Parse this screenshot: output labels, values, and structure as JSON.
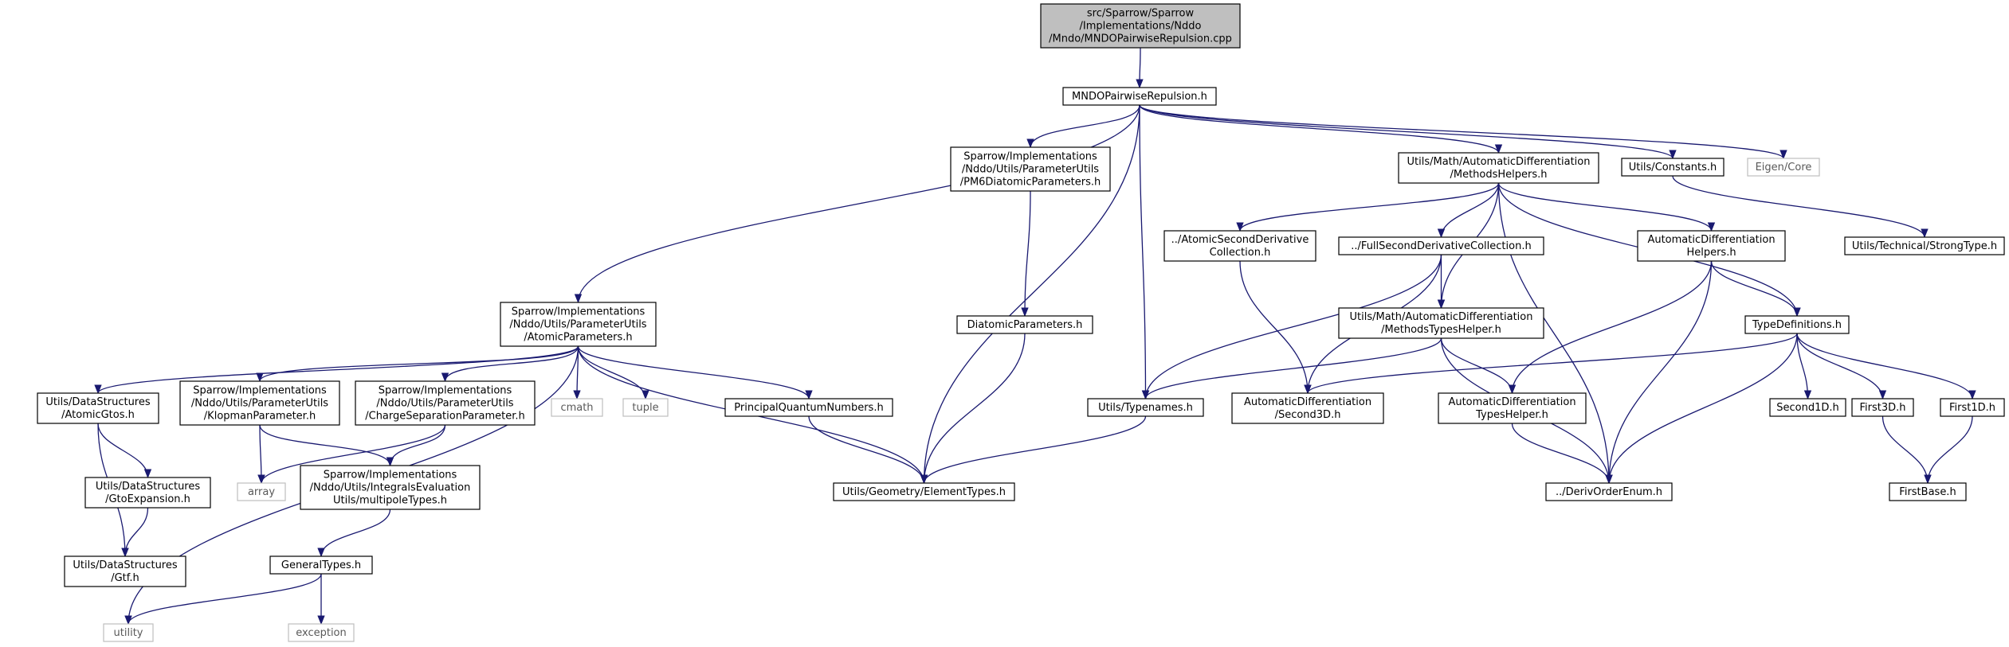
{
  "diagram": {
    "colors": {
      "edge": "#191970",
      "node_border": "#000000",
      "root_fill": "#bfbfbf",
      "external_border": "#bfbfbf",
      "external_text": "#595959"
    },
    "nodes": [
      {
        "id": "root",
        "lines": [
          "src/Sparrow/Sparrow",
          "/Implementations/Nddo",
          "/Mndo/MNDOPairwiseRepulsion.cpp"
        ],
        "kind": "root"
      },
      {
        "id": "mndo_h",
        "lines": [
          "MNDOPairwiseRepulsion.h"
        ],
        "kind": "normal"
      },
      {
        "id": "pm6",
        "lines": [
          "Sparrow/Implementations",
          "/Nddo/Utils/ParameterUtils",
          "/PM6DiatomicParameters.h"
        ],
        "kind": "normal"
      },
      {
        "id": "methods_helpers",
        "lines": [
          "Utils/Math/AutomaticDifferentiation",
          "/MethodsHelpers.h"
        ],
        "kind": "normal"
      },
      {
        "id": "constants",
        "lines": [
          "Utils/Constants.h"
        ],
        "kind": "normal"
      },
      {
        "id": "eigen",
        "lines": [
          "Eigen/Core"
        ],
        "kind": "external"
      },
      {
        "id": "strongtype",
        "lines": [
          "Utils/Technical/StrongType.h"
        ],
        "kind": "normal"
      },
      {
        "id": "atomic_second",
        "lines": [
          "../AtomicSecondDerivative",
          "Collection.h"
        ],
        "kind": "normal"
      },
      {
        "id": "full_second",
        "lines": [
          "../FullSecondDerivativeCollection.h"
        ],
        "kind": "normal"
      },
      {
        "id": "ad_helpers",
        "lines": [
          "AutomaticDifferentiation",
          "Helpers.h"
        ],
        "kind": "normal"
      },
      {
        "id": "atomic_params",
        "lines": [
          "Sparrow/Implementations",
          "/Nddo/Utils/ParameterUtils",
          "/AtomicParameters.h"
        ],
        "kind": "normal"
      },
      {
        "id": "diatomic",
        "lines": [
          "DiatomicParameters.h"
        ],
        "kind": "normal"
      },
      {
        "id": "methods_types",
        "lines": [
          "Utils/Math/AutomaticDifferentiation",
          "/MethodsTypesHelper.h"
        ],
        "kind": "normal"
      },
      {
        "id": "typedefs",
        "lines": [
          "TypeDefinitions.h"
        ],
        "kind": "normal"
      },
      {
        "id": "atomic_gtos",
        "lines": [
          "Utils/DataStructures",
          "/AtomicGtos.h"
        ],
        "kind": "normal"
      },
      {
        "id": "klopman",
        "lines": [
          "Sparrow/Implementations",
          "/Nddo/Utils/ParameterUtils",
          "/KlopmanParameter.h"
        ],
        "kind": "normal"
      },
      {
        "id": "chargesep",
        "lines": [
          "Sparrow/Implementations",
          "/Nddo/Utils/ParameterUtils",
          "/ChargeSeparationParameter.h"
        ],
        "kind": "normal"
      },
      {
        "id": "cmath",
        "lines": [
          "cmath"
        ],
        "kind": "external"
      },
      {
        "id": "tuple",
        "lines": [
          "tuple"
        ],
        "kind": "external"
      },
      {
        "id": "pqn",
        "lines": [
          "PrincipalQuantumNumbers.h"
        ],
        "kind": "normal"
      },
      {
        "id": "typenames",
        "lines": [
          "Utils/Typenames.h"
        ],
        "kind": "normal"
      },
      {
        "id": "second3d",
        "lines": [
          "AutomaticDifferentiation",
          "/Second3D.h"
        ],
        "kind": "normal"
      },
      {
        "id": "ad_types",
        "lines": [
          "AutomaticDifferentiation",
          "TypesHelper.h"
        ],
        "kind": "normal"
      },
      {
        "id": "second1d",
        "lines": [
          "Second1D.h"
        ],
        "kind": "normal"
      },
      {
        "id": "first3d",
        "lines": [
          "First3D.h"
        ],
        "kind": "normal"
      },
      {
        "id": "first1d",
        "lines": [
          "First1D.h"
        ],
        "kind": "normal"
      },
      {
        "id": "gto_exp",
        "lines": [
          "Utils/DataStructures",
          "/GtoExpansion.h"
        ],
        "kind": "normal"
      },
      {
        "id": "array",
        "lines": [
          "array"
        ],
        "kind": "external"
      },
      {
        "id": "multipole",
        "lines": [
          "Sparrow/Implementations",
          "/Nddo/Utils/IntegralsEvaluation",
          "Utils/multipoleTypes.h"
        ],
        "kind": "normal"
      },
      {
        "id": "element_types",
        "lines": [
          "Utils/Geometry/ElementTypes.h"
        ],
        "kind": "normal"
      },
      {
        "id": "deriv_order",
        "lines": [
          "../DerivOrderEnum.h"
        ],
        "kind": "normal"
      },
      {
        "id": "first_base",
        "lines": [
          "FirstBase.h"
        ],
        "kind": "normal"
      },
      {
        "id": "gtf",
        "lines": [
          "Utils/DataStructures",
          "/Gtf.h"
        ],
        "kind": "normal"
      },
      {
        "id": "general_types",
        "lines": [
          "GeneralTypes.h"
        ],
        "kind": "normal"
      },
      {
        "id": "utility",
        "lines": [
          "utility"
        ],
        "kind": "external"
      },
      {
        "id": "exception",
        "lines": [
          "exception"
        ],
        "kind": "external"
      }
    ],
    "edges": [
      [
        "root",
        "mndo_h"
      ],
      [
        "mndo_h",
        "atomic_params"
      ],
      [
        "mndo_h",
        "element_types"
      ],
      [
        "mndo_h",
        "pm6"
      ],
      [
        "mndo_h",
        "typenames"
      ],
      [
        "mndo_h",
        "methods_helpers"
      ],
      [
        "mndo_h",
        "constants"
      ],
      [
        "mndo_h",
        "eigen"
      ],
      [
        "pm6",
        "diatomic"
      ],
      [
        "diatomic",
        "element_types"
      ],
      [
        "constants",
        "strongtype"
      ],
      [
        "methods_helpers",
        "atomic_second"
      ],
      [
        "methods_helpers",
        "full_second"
      ],
      [
        "methods_helpers",
        "methods_types"
      ],
      [
        "methods_helpers",
        "ad_helpers"
      ],
      [
        "methods_helpers",
        "typedefs"
      ],
      [
        "methods_helpers",
        "deriv_order"
      ],
      [
        "atomic_second",
        "second3d"
      ],
      [
        "full_second",
        "typenames"
      ],
      [
        "full_second",
        "second3d"
      ],
      [
        "full_second",
        "methods_types"
      ],
      [
        "ad_helpers",
        "typedefs"
      ],
      [
        "ad_helpers",
        "ad_types"
      ],
      [
        "ad_helpers",
        "deriv_order"
      ],
      [
        "methods_types",
        "typenames"
      ],
      [
        "methods_types",
        "ad_types"
      ],
      [
        "methods_types",
        "deriv_order"
      ],
      [
        "typedefs",
        "second3d"
      ],
      [
        "typedefs",
        "second1d"
      ],
      [
        "typedefs",
        "first3d"
      ],
      [
        "typedefs",
        "first1d"
      ],
      [
        "typedefs",
        "deriv_order"
      ],
      [
        "first3d",
        "first_base"
      ],
      [
        "first1d",
        "first_base"
      ],
      [
        "ad_types",
        "deriv_order"
      ],
      [
        "typenames",
        "element_types"
      ],
      [
        "atomic_params",
        "utility"
      ],
      [
        "atomic_params",
        "atomic_gtos"
      ],
      [
        "atomic_params",
        "klopman"
      ],
      [
        "atomic_params",
        "chargesep"
      ],
      [
        "atomic_params",
        "cmath"
      ],
      [
        "atomic_params",
        "tuple"
      ],
      [
        "atomic_params",
        "pqn"
      ],
      [
        "atomic_params",
        "element_types"
      ],
      [
        "pqn",
        "element_types"
      ],
      [
        "atomic_gtos",
        "gto_exp"
      ],
      [
        "atomic_gtos",
        "gtf"
      ],
      [
        "gto_exp",
        "gtf"
      ],
      [
        "klopman",
        "array"
      ],
      [
        "klopman",
        "multipole"
      ],
      [
        "chargesep",
        "array"
      ],
      [
        "chargesep",
        "multipole"
      ],
      [
        "multipole",
        "general_types"
      ],
      [
        "general_types",
        "utility"
      ],
      [
        "general_types",
        "exception"
      ]
    ]
  }
}
